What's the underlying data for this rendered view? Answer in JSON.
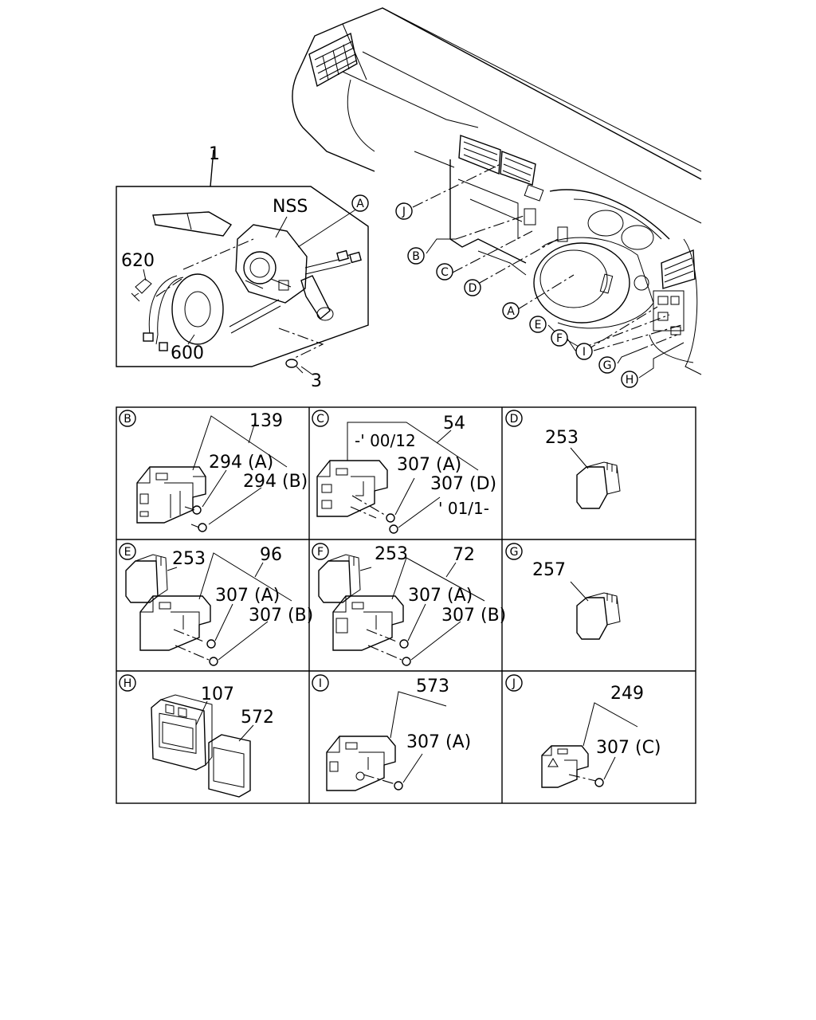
{
  "overview": {
    "group_number": "1",
    "callouts": {
      "nss": "NSS",
      "p620": "620",
      "p600": "600",
      "p3": "3",
      "A_top": "A",
      "J": "J",
      "B": "B",
      "C": "C",
      "D": "D",
      "A": "A",
      "E": "E",
      "F": "F",
      "I": "I",
      "G": "G",
      "H": "H"
    }
  },
  "panels": [
    {
      "letter": "B",
      "labels": [
        "139",
        "294 (A)",
        "294 (B)"
      ]
    },
    {
      "letter": "C",
      "labels": [
        "54",
        "-' 00/12",
        "307 (A)",
        "307 (D)",
        "' 01/1-"
      ]
    },
    {
      "letter": "D",
      "labels": [
        "253"
      ]
    },
    {
      "letter": "E",
      "labels": [
        "253",
        "96",
        "307 (A)",
        "307 (B)"
      ]
    },
    {
      "letter": "F",
      "labels": [
        "253",
        "72",
        "307 (A)",
        "307 (B)"
      ]
    },
    {
      "letter": "G",
      "labels": [
        "257"
      ]
    },
    {
      "letter": "H",
      "labels": [
        "107",
        "572"
      ]
    },
    {
      "letter": "I",
      "labels": [
        "573",
        "307 (A)"
      ]
    },
    {
      "letter": "J",
      "labels": [
        "249",
        "307 (C)"
      ]
    }
  ]
}
